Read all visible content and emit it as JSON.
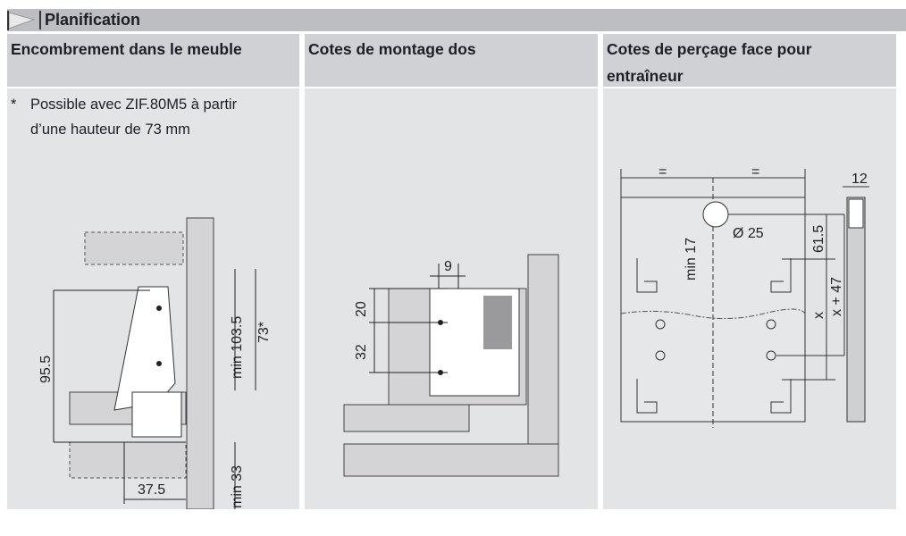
{
  "title": "Planification",
  "columns": [
    {
      "heading": "Encombrement dans le meuble",
      "note_marker": "*",
      "note_line1": "Possible avec ZIF.80M5 à partir",
      "note_line2": "d’une hauteur de 73 mm",
      "dims": {
        "height": "95.5",
        "min_top": "min 103.5",
        "star": "73*",
        "min_bottom": "min 33",
        "width": "37.5"
      }
    },
    {
      "heading": "Cotes de montage dos",
      "dims": {
        "top": "9",
        "a": "20",
        "b": "32"
      }
    },
    {
      "heading_line1": "Cotes de perçage face pour",
      "heading_line2": "entraîneur",
      "dims": {
        "eq1": "=",
        "eq2": "=",
        "thick": "12",
        "dia": "Ø 25",
        "min": "min 17",
        "d1": "61.5",
        "x": "x",
        "x47": "x + 47"
      }
    }
  ]
}
